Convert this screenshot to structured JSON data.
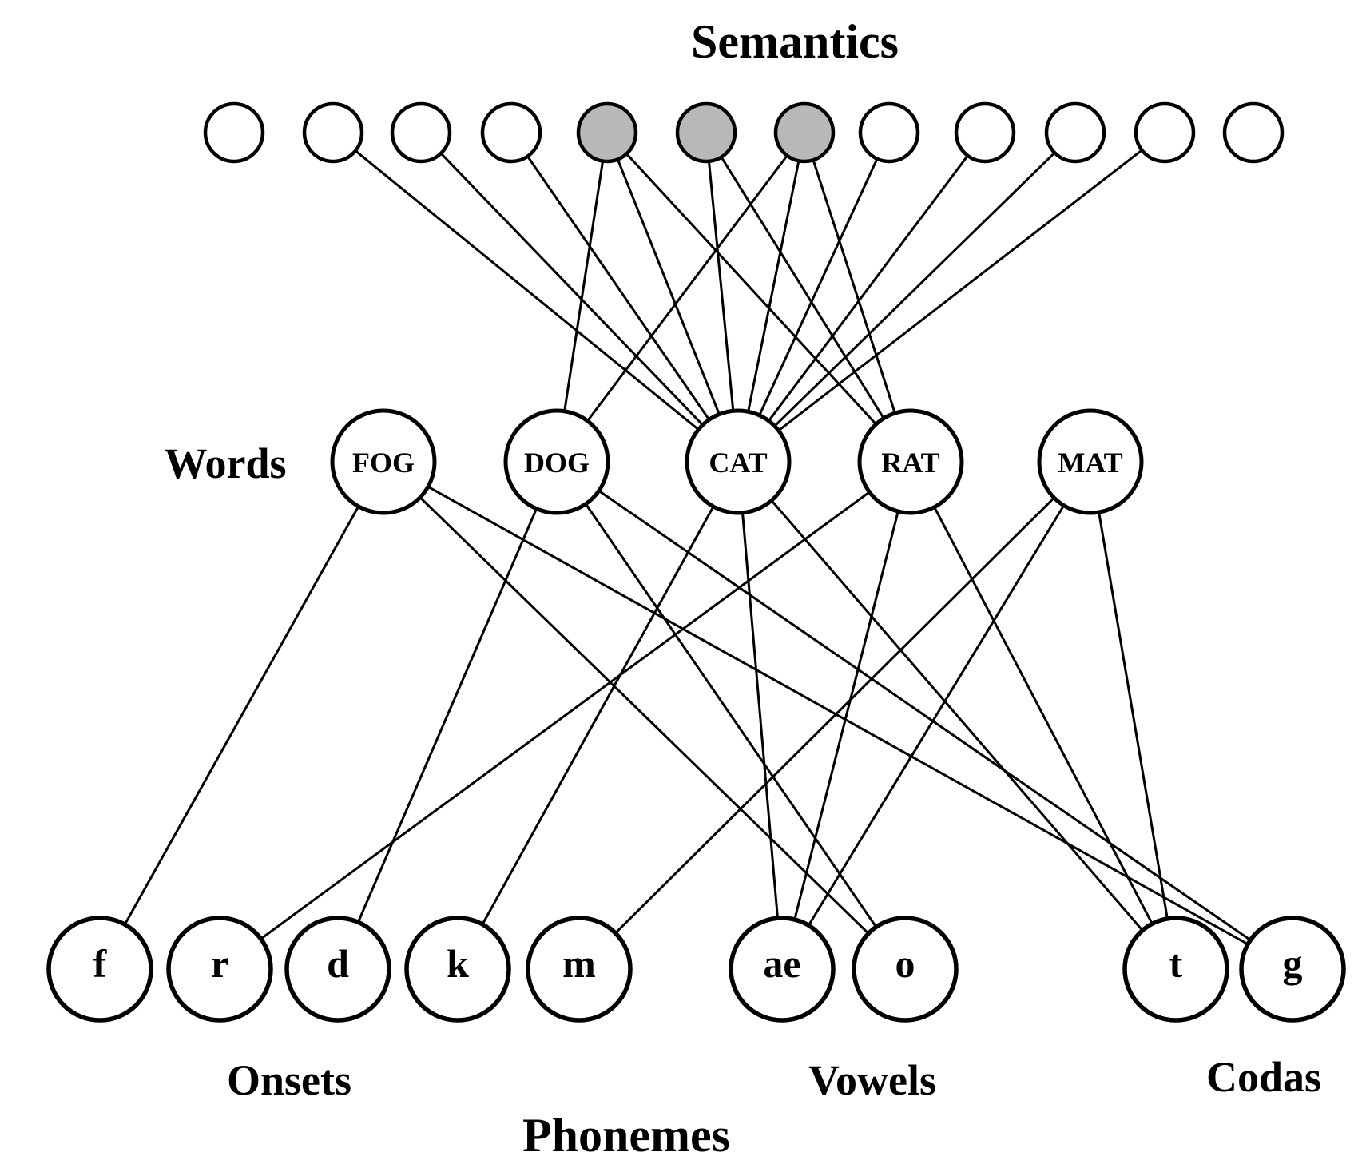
{
  "labels": {
    "semantics": "Semantics",
    "words": "Words",
    "onsets": "Onsets",
    "vowels": "Vowels",
    "codas": "Codas",
    "phonemes": "Phonemes"
  },
  "semantic_units": [
    {
      "id": "s1",
      "active": false
    },
    {
      "id": "s2",
      "active": false
    },
    {
      "id": "s3",
      "active": false
    },
    {
      "id": "s4",
      "active": false
    },
    {
      "id": "s5",
      "active": true
    },
    {
      "id": "s6",
      "active": true
    },
    {
      "id": "s7",
      "active": true
    },
    {
      "id": "s8",
      "active": false
    },
    {
      "id": "s9",
      "active": false
    },
    {
      "id": "s10",
      "active": false
    },
    {
      "id": "s11",
      "active": false
    },
    {
      "id": "s12",
      "active": false
    }
  ],
  "words": [
    {
      "id": "FOG",
      "label": "FOG"
    },
    {
      "id": "DOG",
      "label": "DOG"
    },
    {
      "id": "CAT",
      "label": "CAT"
    },
    {
      "id": "RAT",
      "label": "RAT"
    },
    {
      "id": "MAT",
      "label": "MAT"
    }
  ],
  "phonemes": [
    {
      "id": "f",
      "label": "f",
      "group": "onset"
    },
    {
      "id": "r",
      "label": "r",
      "group": "onset"
    },
    {
      "id": "d",
      "label": "d",
      "group": "onset"
    },
    {
      "id": "k",
      "label": "k",
      "group": "onset"
    },
    {
      "id": "m",
      "label": "m",
      "group": "onset"
    },
    {
      "id": "ae",
      "label": "ae",
      "group": "vowel"
    },
    {
      "id": "o",
      "label": "o",
      "group": "vowel"
    },
    {
      "id": "t",
      "label": "t",
      "group": "coda"
    },
    {
      "id": "g",
      "label": "g",
      "group": "coda"
    }
  ],
  "semantic_edges": [
    [
      "s2",
      "CAT"
    ],
    [
      "s3",
      "CAT"
    ],
    [
      "s4",
      "CAT"
    ],
    [
      "s5",
      "DOG"
    ],
    [
      "s5",
      "CAT"
    ],
    [
      "s5",
      "RAT"
    ],
    [
      "s6",
      "CAT"
    ],
    [
      "s6",
      "RAT"
    ],
    [
      "s7",
      "DOG"
    ],
    [
      "s7",
      "CAT"
    ],
    [
      "s7",
      "RAT"
    ],
    [
      "s8",
      "CAT"
    ],
    [
      "s9",
      "CAT"
    ],
    [
      "s10",
      "CAT"
    ],
    [
      "s11",
      "CAT"
    ]
  ],
  "phoneme_edges": [
    [
      "FOG",
      "f"
    ],
    [
      "FOG",
      "o"
    ],
    [
      "FOG",
      "g"
    ],
    [
      "DOG",
      "d"
    ],
    [
      "DOG",
      "o"
    ],
    [
      "DOG",
      "g"
    ],
    [
      "CAT",
      "k"
    ],
    [
      "CAT",
      "ae"
    ],
    [
      "CAT",
      "t"
    ],
    [
      "RAT",
      "r"
    ],
    [
      "RAT",
      "ae"
    ],
    [
      "RAT",
      "t"
    ],
    [
      "MAT",
      "m"
    ],
    [
      "MAT",
      "ae"
    ],
    [
      "MAT",
      "t"
    ]
  ]
}
